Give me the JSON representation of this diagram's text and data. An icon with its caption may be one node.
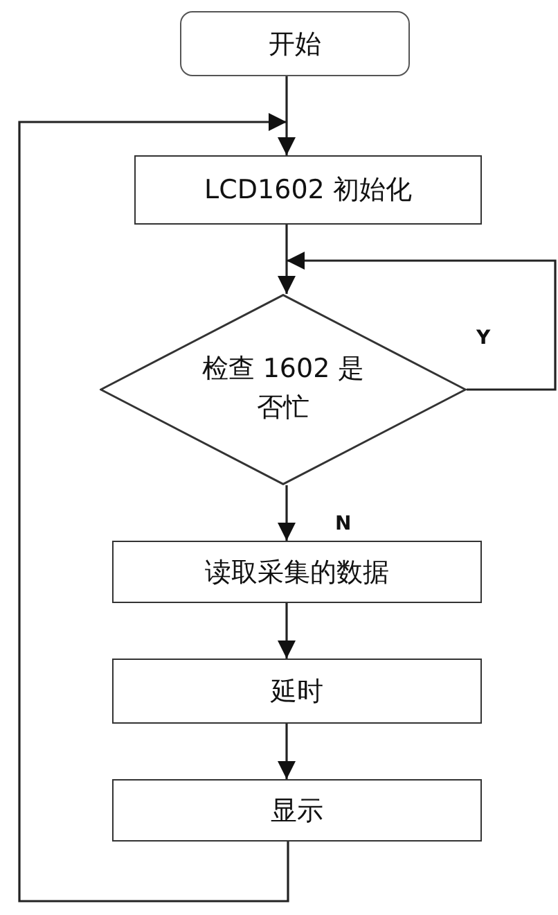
{
  "diagram": {
    "nodes": [
      {
        "text": [
          "开始"
        ]
      },
      {
        "text": [
          "LCD1602 初始化"
        ]
      },
      {
        "text": [
          "检查 1602 是否忙"
        ]
      },
      {
        "text": [
          "读取采集的数据"
        ]
      },
      {
        "text": [
          "延时"
        ]
      },
      {
        "text": [
          "显示"
        ]
      }
    ],
    "edges": [
      {
        "from": 0,
        "to": 1,
        "arrow": "to"
      },
      {
        "from": 1,
        "to": 2,
        "arrow": "to"
      },
      {
        "from": 2,
        "to": 2,
        "arrow": "to",
        "label": "Y"
      },
      {
        "from": 2,
        "to": 3,
        "arrow": "to",
        "label": "N"
      },
      {
        "from": 3,
        "to": 4,
        "arrow": "to"
      },
      {
        "from": 4,
        "to": 5,
        "arrow": "to"
      },
      {
        "from": 5,
        "to": 1,
        "arrow": "to"
      }
    ]
  }
}
